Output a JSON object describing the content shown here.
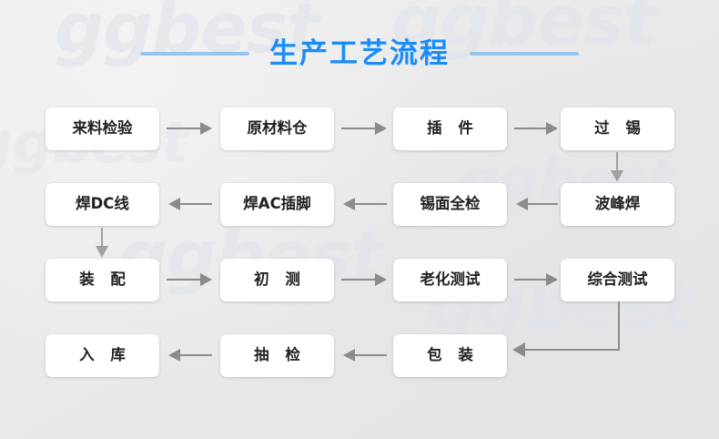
{
  "page": {
    "title": "生产工艺流程",
    "background_color": "#ebebeb",
    "accent_color": "#1b8cf7",
    "rule_color": "#96c6f0",
    "arrow_color": "#8c8a8a",
    "node_background": "#ffffff",
    "node_text_color": "#222222",
    "watermark_text": "ggbest"
  },
  "flow": {
    "rows": [
      {
        "direction": "left-to-right",
        "nodes": [
          {
            "label": "来料检验",
            "spaced": false
          },
          {
            "label": "原材料仓",
            "spaced": false
          },
          {
            "label": "插 件",
            "spaced": true
          },
          {
            "label": "过 锡",
            "spaced": true
          }
        ]
      },
      {
        "direction": "right-to-left",
        "nodes": [
          {
            "label": "焊DC线",
            "spaced": false
          },
          {
            "label": "焊AC插脚",
            "spaced": false
          },
          {
            "label": "锡面全检",
            "spaced": false
          },
          {
            "label": "波峰焊",
            "spaced": false
          }
        ]
      },
      {
        "direction": "left-to-right",
        "nodes": [
          {
            "label": "装 配",
            "spaced": true
          },
          {
            "label": "初 测",
            "spaced": true
          },
          {
            "label": "老化测试",
            "spaced": false
          },
          {
            "label": "综合测试",
            "spaced": false
          }
        ]
      },
      {
        "direction": "right-to-left",
        "nodes": [
          {
            "label": "入 库",
            "spaced": true
          },
          {
            "label": "抽 检",
            "spaced": true
          },
          {
            "label": "包 装",
            "spaced": true
          }
        ]
      }
    ],
    "connectors": [
      {
        "name": "tin-to-wave-solder",
        "type": "vertical-down",
        "from": "过 锡",
        "to": "波峰焊"
      },
      {
        "name": "dc-wire-to-assembly",
        "type": "vertical-down",
        "from": "焊DC线",
        "to": "装 配"
      },
      {
        "name": "final-test-to-packing",
        "type": "elbow-down-left",
        "from": "综合测试",
        "to": "包 装"
      }
    ]
  }
}
